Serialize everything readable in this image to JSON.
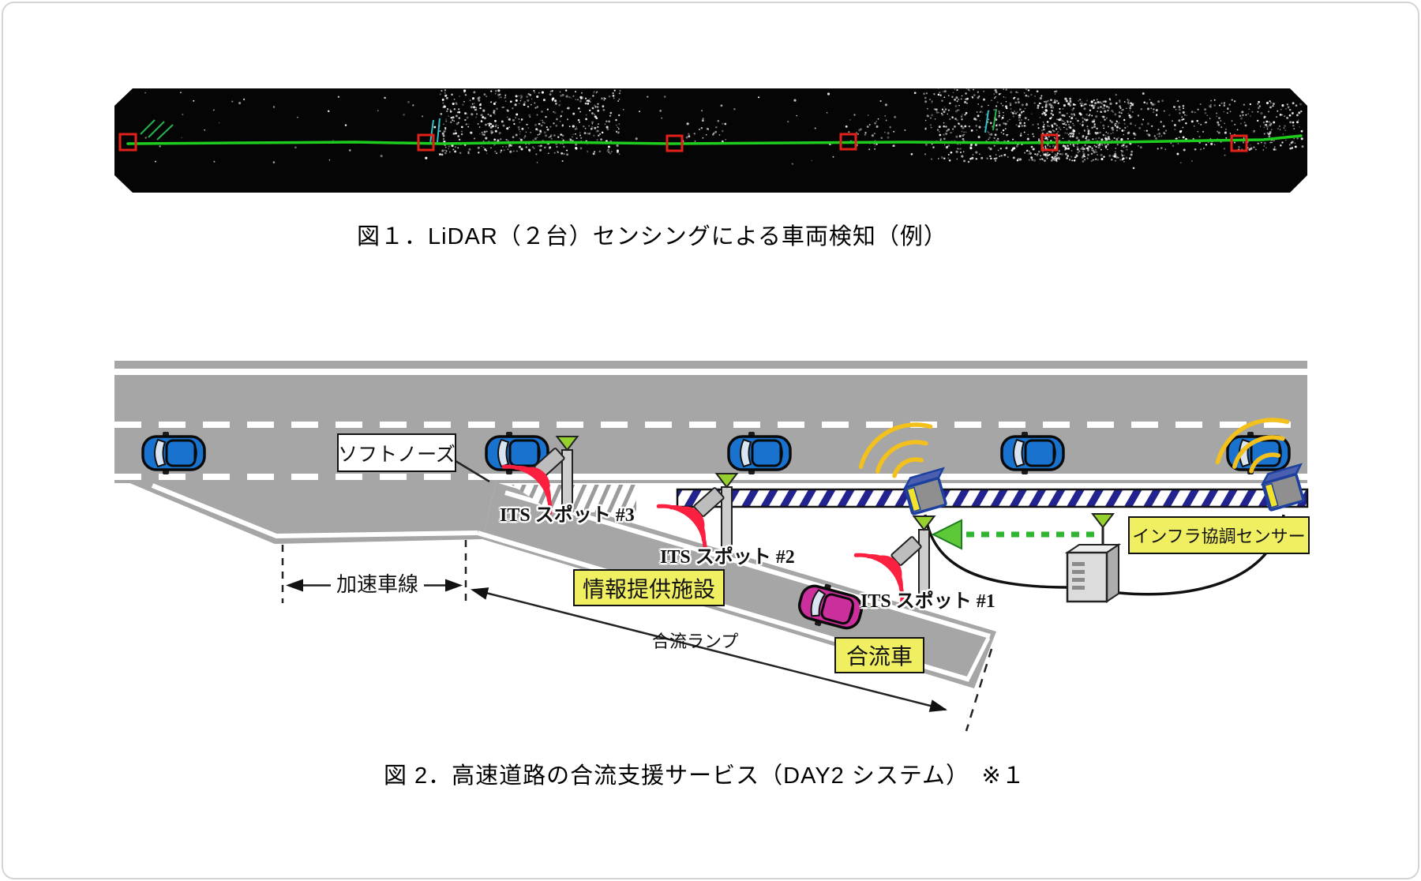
{
  "figure1": {
    "caption": "図１．LiDAR（２台）センシングによる車両検知（例）",
    "colors": {
      "background": "#050505",
      "trajectory": "#1ecc1e",
      "detection_box": "#e32119",
      "points": "#ffffff"
    }
  },
  "figure2": {
    "caption": "図 2．高速道路の合流支援サービス（DAY2 システム）　※１",
    "labels": {
      "soft_nose": "ソフトノーズ",
      "its_spot_3": "ITS スポット #3",
      "its_spot_2": "ITS スポット #2",
      "its_spot_1": "ITS スポット #1",
      "info_facility": "情報提供施設",
      "accel_lane": "加速車線",
      "merge_ramp": "合流ランプ",
      "merging_car": "合流車",
      "infra_sensor": "インフラ協調センサー"
    },
    "colors": {
      "road": "#a6a6a6",
      "lane_marking": "#ffffff",
      "label_yellow": "#f0ef62",
      "car_blue": "#1a72cf",
      "car_pink": "#cb2f9c",
      "radio_wave_red": "#fb2040",
      "sensing_wave_yellow": "#f3c01c",
      "antenna_green": "#96d02e",
      "barrier_stripe_blue": "#23238f",
      "data_link_green": "#2fb52f"
    }
  }
}
